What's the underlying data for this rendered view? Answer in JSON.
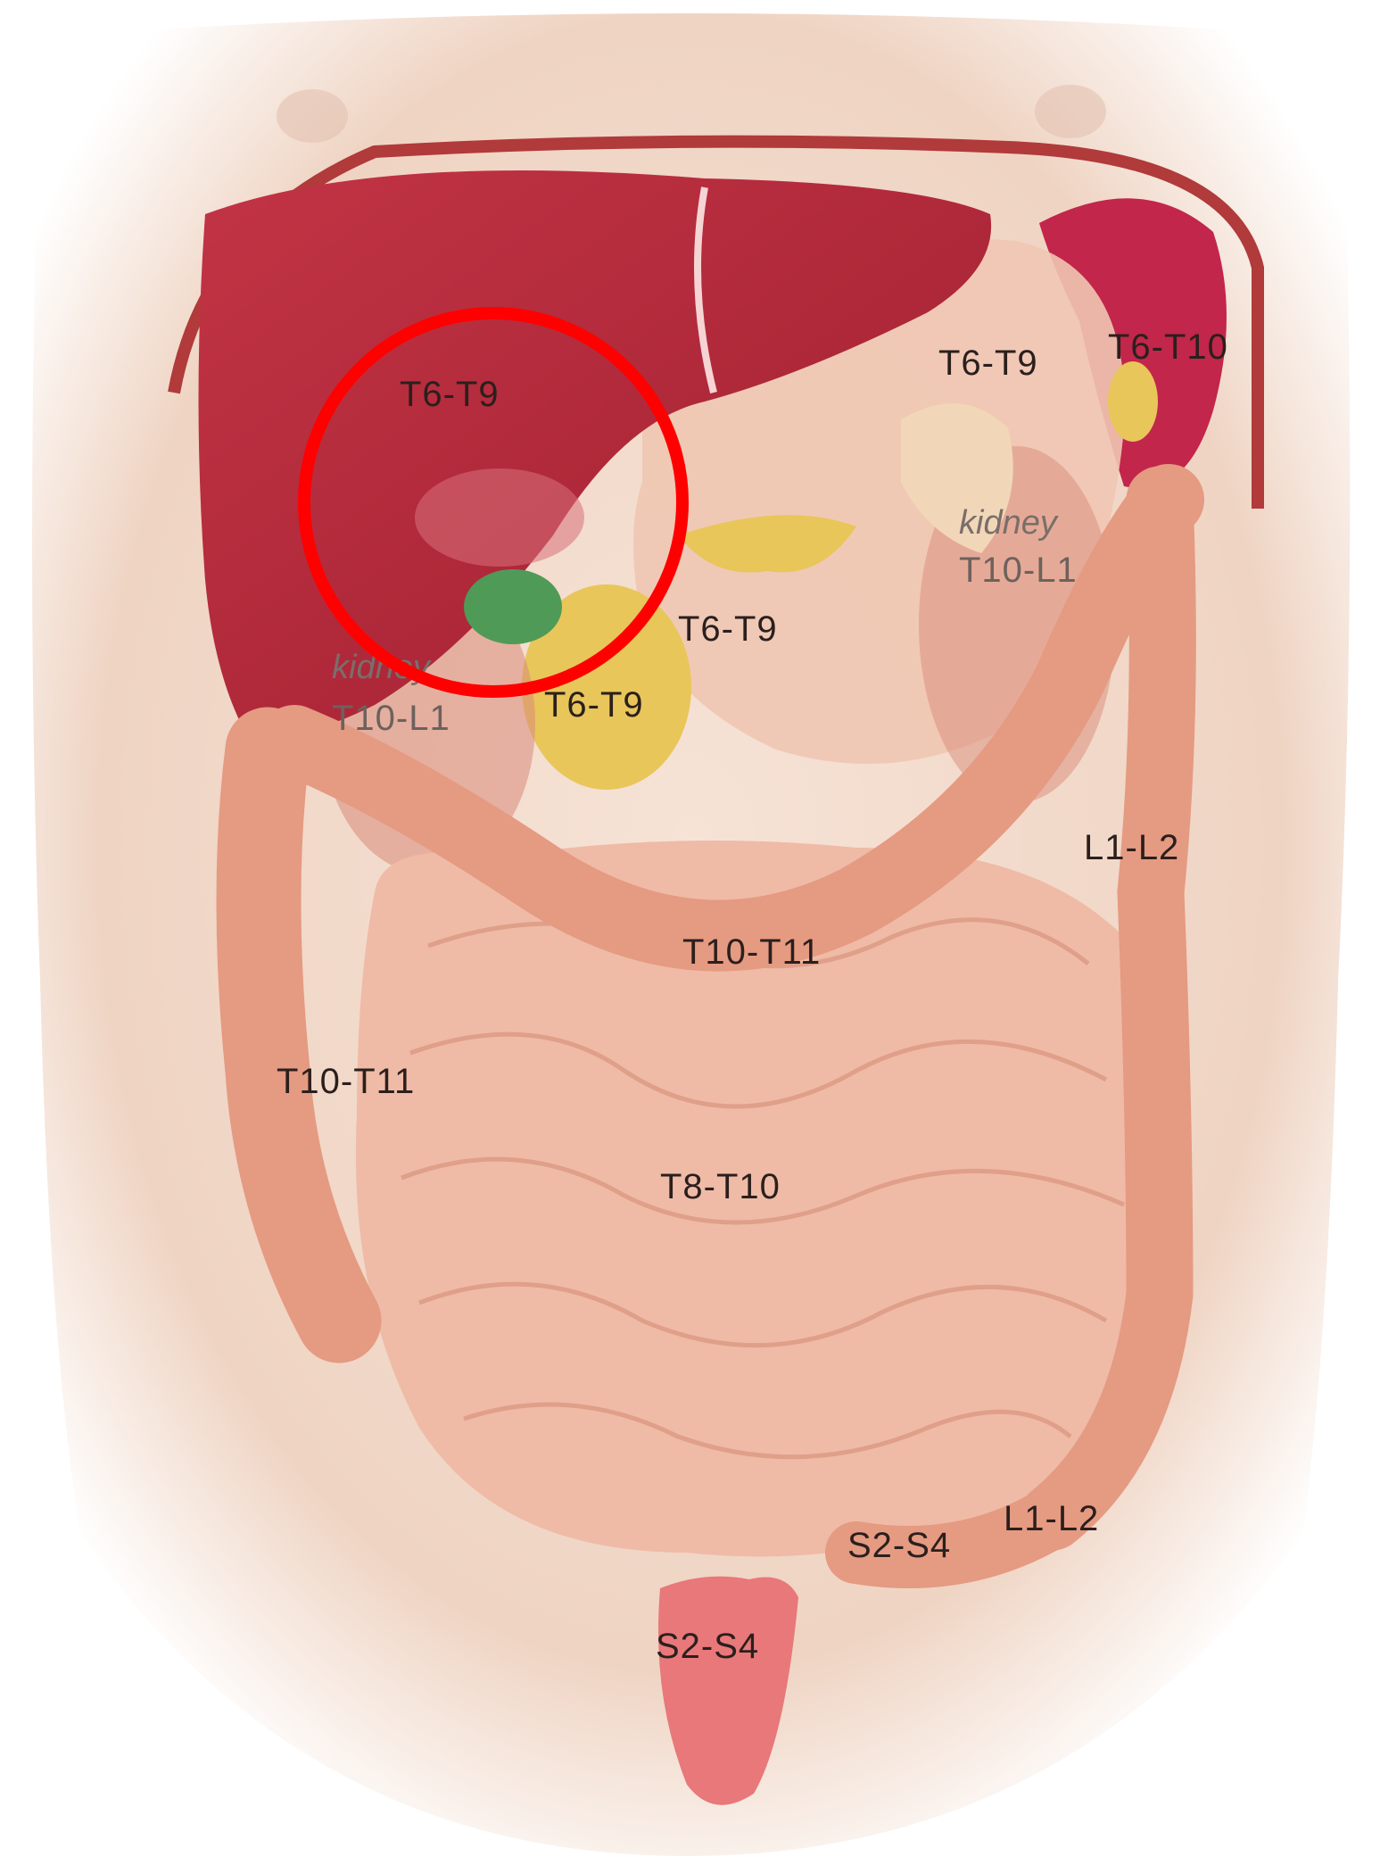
{
  "colors": {
    "skin": "#f3dccd",
    "liver": "#b3283a",
    "spleen": "#c2264a",
    "stomach": "#f0c7b2",
    "intestine": "#efb5a0",
    "colon": "#e59a82",
    "gallbladder": "#4f9a57",
    "pancreas": "#e8c65a",
    "rectum": "#e8787a",
    "highlight_circle": "#ff0000"
  },
  "labels": {
    "liver": "T6-T9",
    "stomach_upper": "T6-T9",
    "spleen": "T6-T10",
    "kidney_left_word": "kidney",
    "kidney_left_level": "T10-L1",
    "kidney_right_word": "kidney",
    "kidney_right_level": "T10-L1",
    "stomach_mid": "T6-T9",
    "pancreas": "T6-T9",
    "descending_colon": "L1-L2",
    "transverse_colon": "T10-T11",
    "ascending_colon": "T10-T11",
    "small_intestine": "T8-T10",
    "sigmoid_lower": "L1-L2",
    "sigmoid": "S2-S4",
    "rectum": "S2-S4"
  }
}
